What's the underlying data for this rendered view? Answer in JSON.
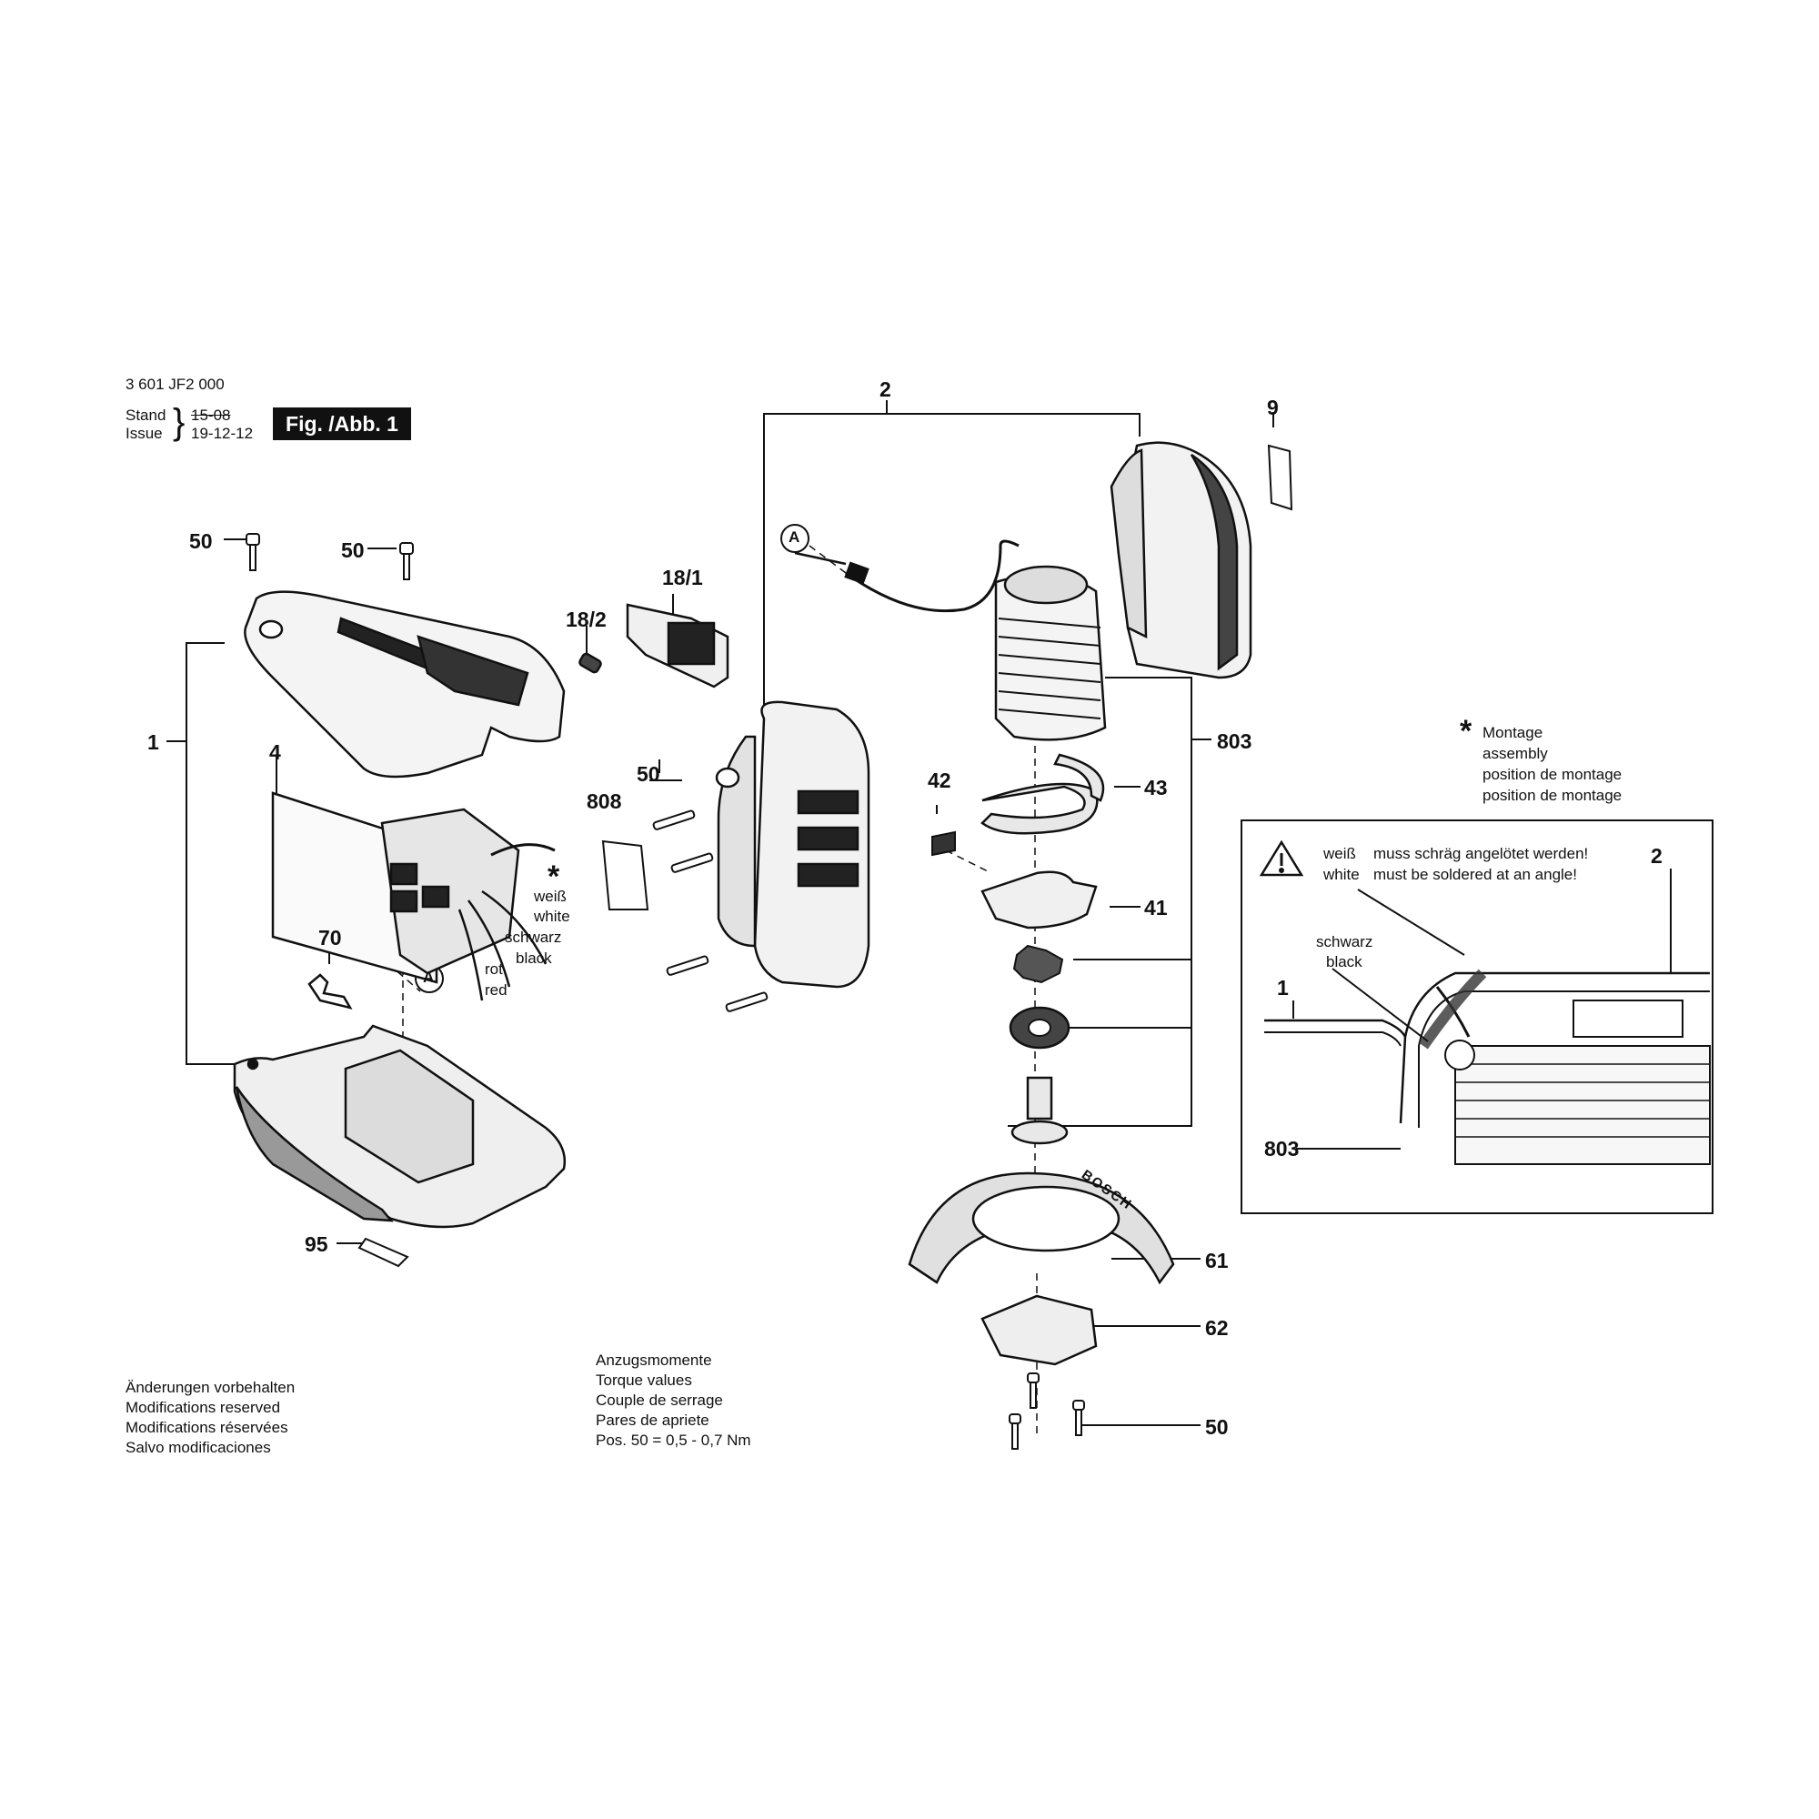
{
  "header": {
    "doc_number": "3 601 JF2 000",
    "stand_label": "Stand",
    "issue_label": "Issue",
    "stand_value_struck": "15-08",
    "issue_value": "19-12-12",
    "figure_label": "Fig. /Abb. 1"
  },
  "callouts": {
    "p1": "1",
    "p2": "2",
    "p4": "4",
    "p9": "9",
    "p18_1": "18/1",
    "p18_2": "18/2",
    "p41": "41",
    "p42": "42",
    "p43": "43",
    "p50a": "50",
    "p50b": "50",
    "p50c": "50",
    "p50d": "50",
    "p61": "61",
    "p62": "62",
    "p70": "70",
    "p95": "95",
    "p803": "803",
    "p808": "808",
    "marker_a": "A",
    "asterisk": "*"
  },
  "wire_labels": {
    "weiss": "weiß",
    "white": "white",
    "schwarz": "schwarz",
    "black": "black",
    "rot": "rot",
    "red": "red"
  },
  "assembly_note": {
    "asterisk": "*",
    "lines": [
      "Montage",
      "assembly",
      "position de montage",
      "position de montage"
    ]
  },
  "detail_box": {
    "warning_icon": "warning-triangle-icon",
    "weiss": "weiß",
    "white": "white",
    "instruction_de": "muss schräg angelötet werden!",
    "instruction_en": "must be soldered at an angle!",
    "schwarz": "schwarz",
    "black": "black",
    "callout_1": "1",
    "callout_2": "2",
    "callout_803": "803"
  },
  "footer_left": [
    "Änderungen vorbehalten",
    "Modifications reserved",
    "Modifications réservées",
    "Salvo modificaciones"
  ],
  "footer_torque": {
    "lines": [
      "Anzugsmomente",
      "Torque values",
      "Couple de serrage",
      "Pares de apriete"
    ],
    "pos_line": "Pos. 50 =  0,5 - 0,7 Nm"
  },
  "brand_on_part": "BOSCH"
}
